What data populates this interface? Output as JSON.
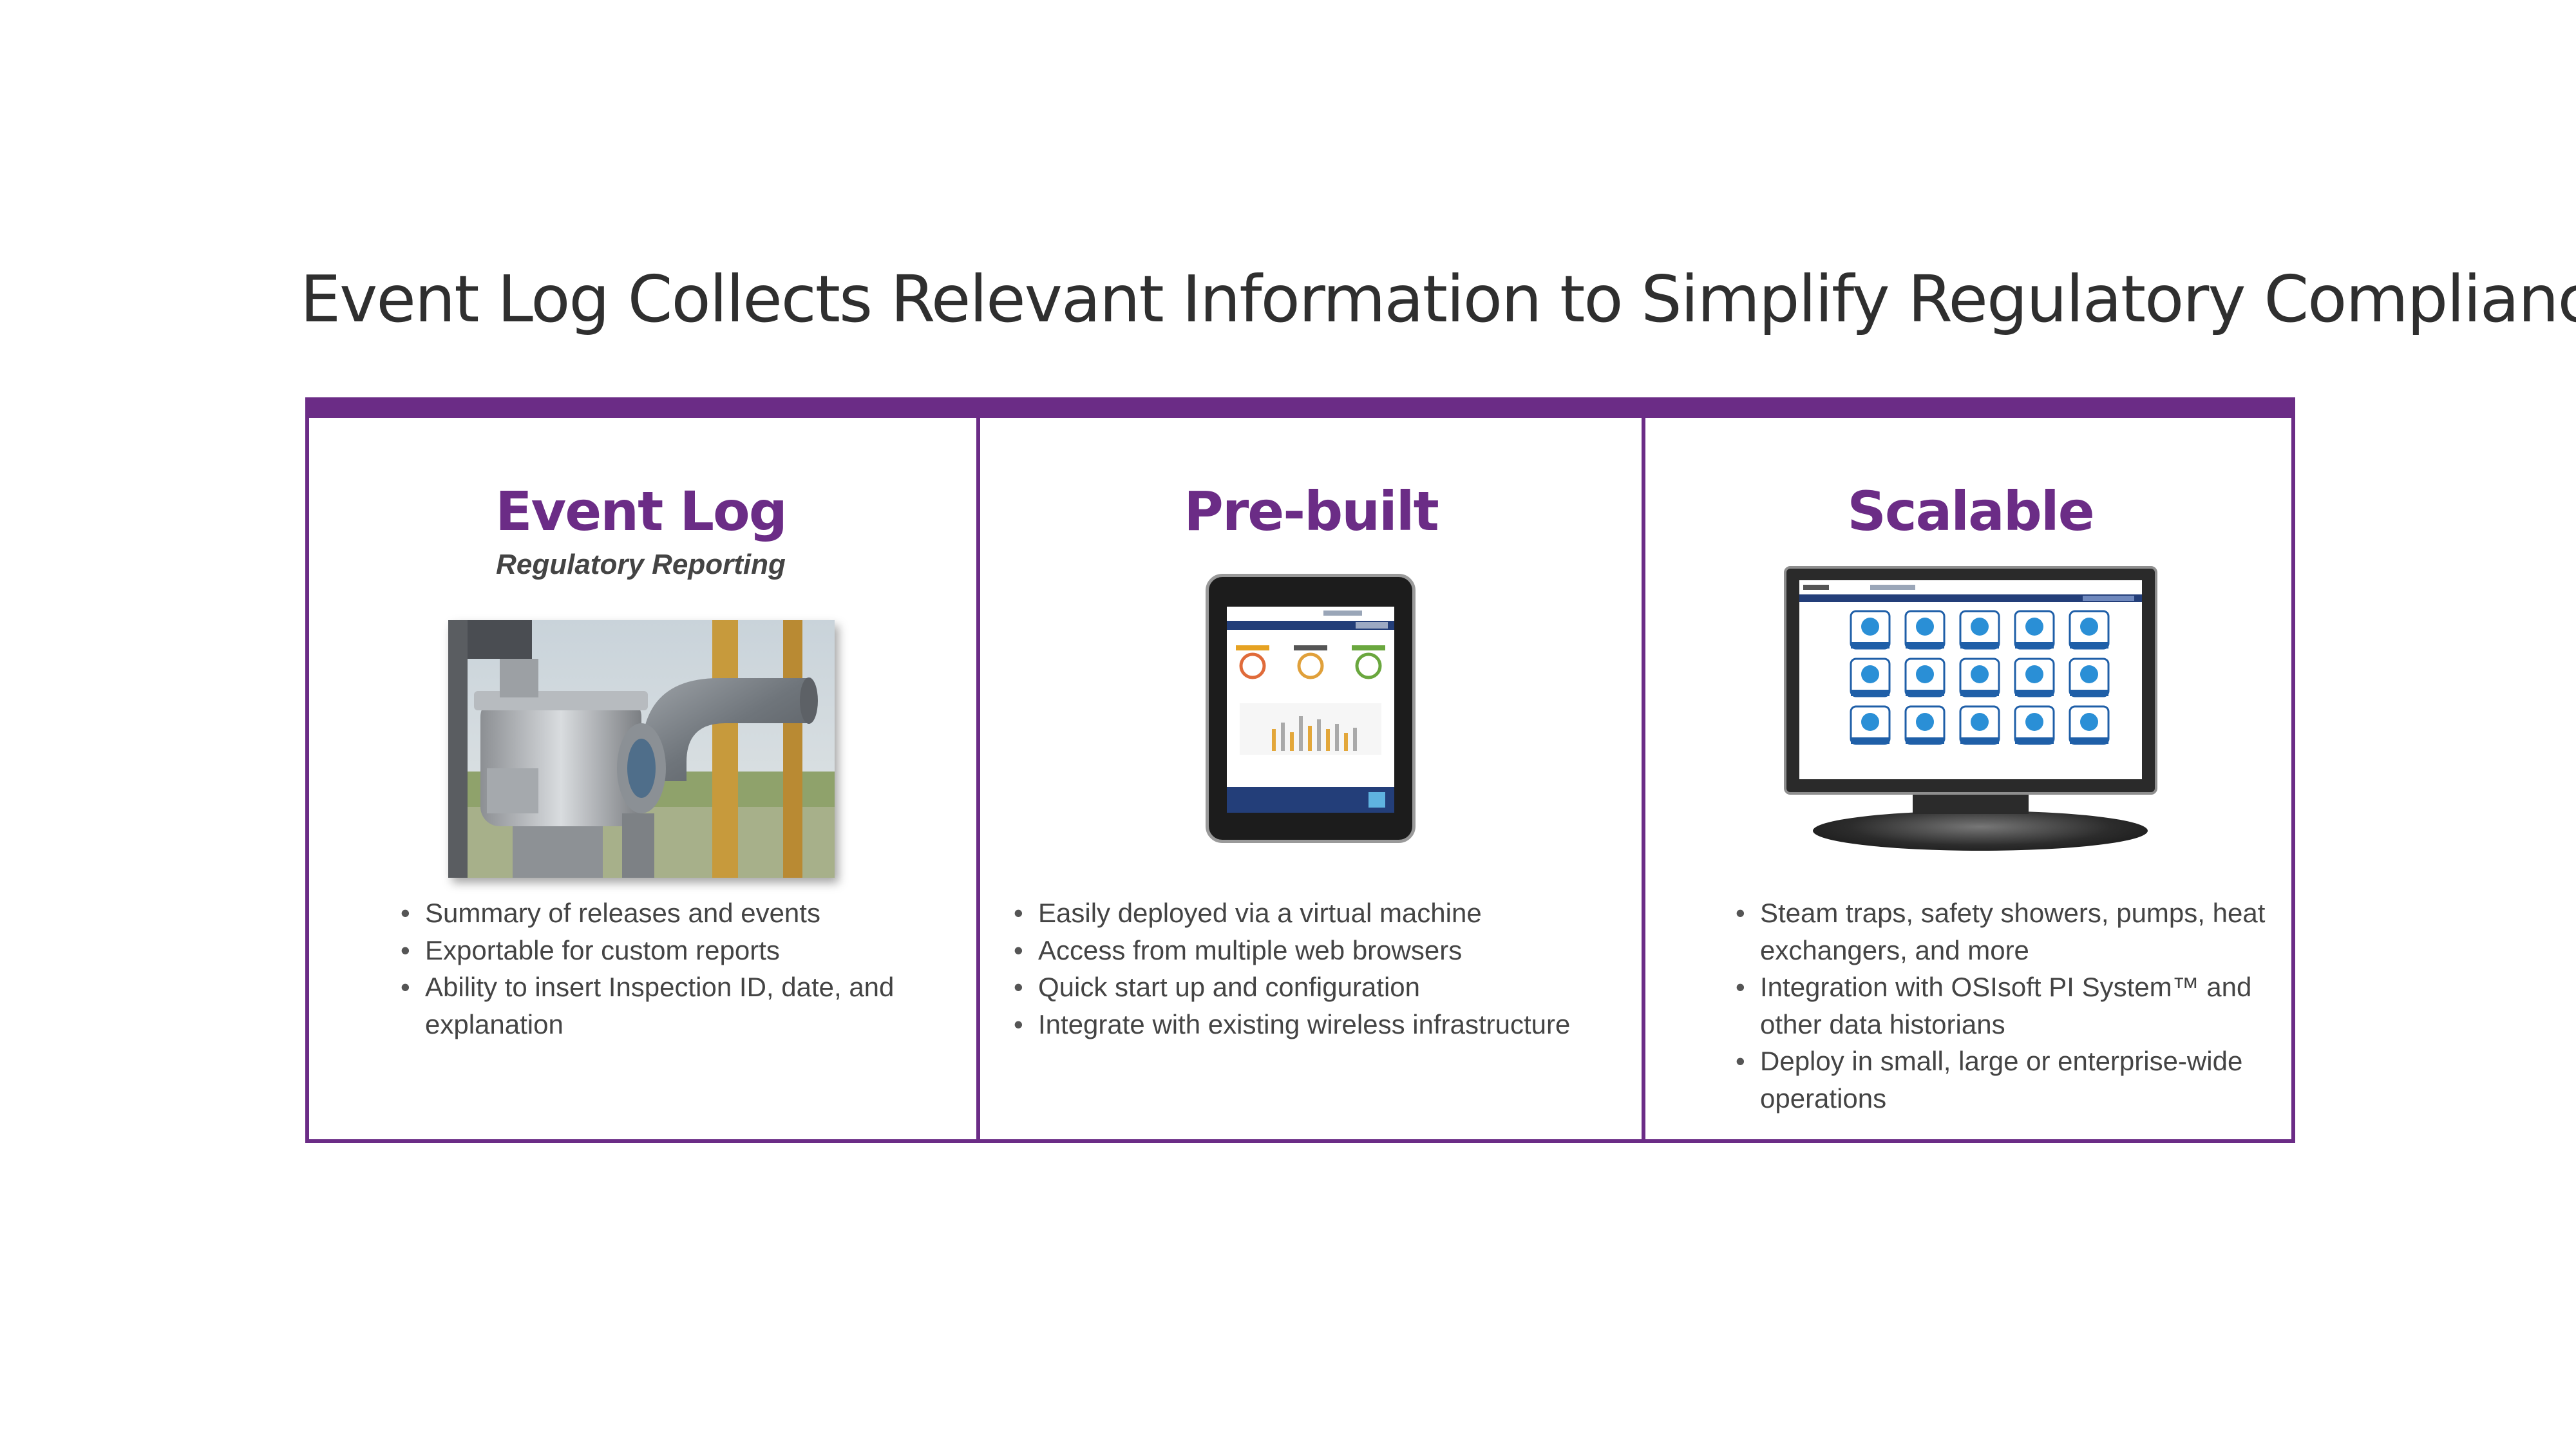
{
  "title": "Event Log Collects Relevant Information to Simplify Regulatory Compliance",
  "colors": {
    "accent": "#6b2c86",
    "text": "#3d3d3d"
  },
  "columns": [
    {
      "heading": "Event Log",
      "subheading": "Regulatory Reporting",
      "image": "valve-pipe-photo",
      "bullets": [
        "Summary of releases and events",
        "Exportable for custom reports",
        "Ability to insert Inspection ID, date, and explanation"
      ]
    },
    {
      "heading": "Pre-built",
      "image": "tablet-dashboard",
      "bullets": [
        "Easily deployed via a virtual machine",
        "Access from multiple web browsers",
        "Quick start up and configuration",
        "Integrate with existing wireless infrastructure"
      ]
    },
    {
      "heading": "Scalable",
      "image": "monitor-plantweb-apps",
      "bullets": [
        "Steam traps, safety showers, pumps, heat exchangers, and more",
        "Integration with OSIsoft PI System™ and other data historians",
        "Deploy in small, large or enterprise-wide operations"
      ]
    }
  ]
}
